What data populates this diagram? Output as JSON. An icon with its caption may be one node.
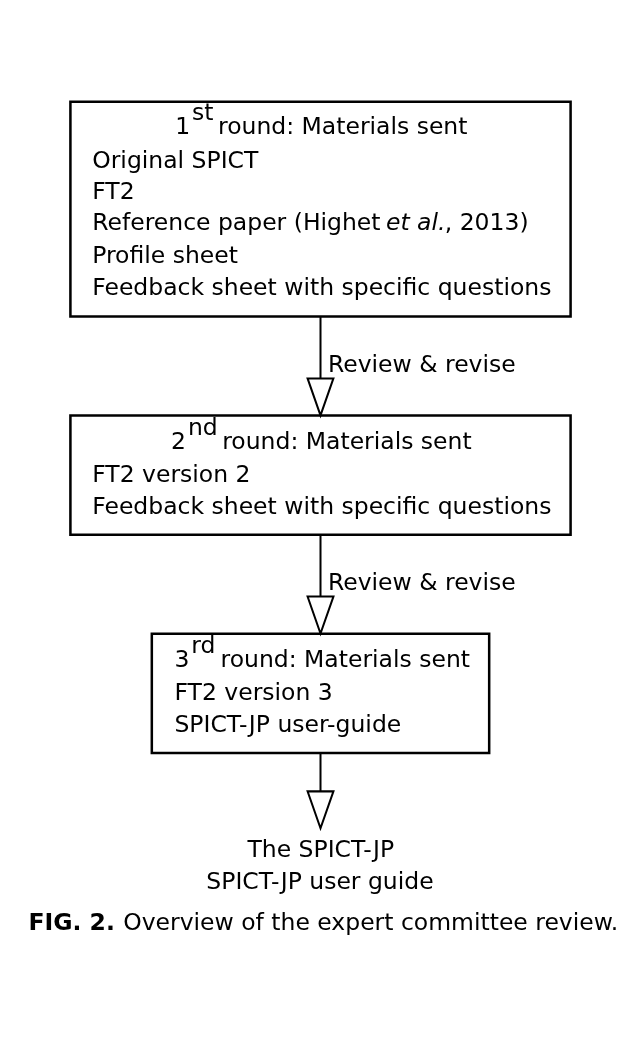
{
  "diagram": {
    "caption": "**FIG. 2.** Overview of the expert committee review.",
    "nodes": [
      {
        "text": [
          "1$^{st}$ round: Materials sent",
          "Original SPICT",
          "FT2",
          "Reference paper (Highet *et al.*, 2013)",
          "Profile sheet",
          "Feedback sheet with specific questions"
        ]
      },
      {
        "text": [
          "2$^{nd}$ round: Materials sent",
          "FT2 version 2",
          "Feedback sheet with specific questions"
        ]
      },
      {
        "text": [
          "3$^{rd}$ round: Materials sent",
          "FT2 version 3",
          "SPICT-JP user-guide"
        ]
      },
      {
        "text": [
          "The SPICT-JP",
          "SPICT-JP user guide"
        ]
      }
    ],
    "edges": [
      {
        "from": 0,
        "to": 1,
        "arrow": "to",
        "label": "Review & revise"
      },
      {
        "from": 1,
        "to": 2,
        "arrow": "to",
        "label": "Review & revise"
      },
      {
        "from": 2,
        "to": 3,
        "arrow": "to"
      }
    ]
  }
}
